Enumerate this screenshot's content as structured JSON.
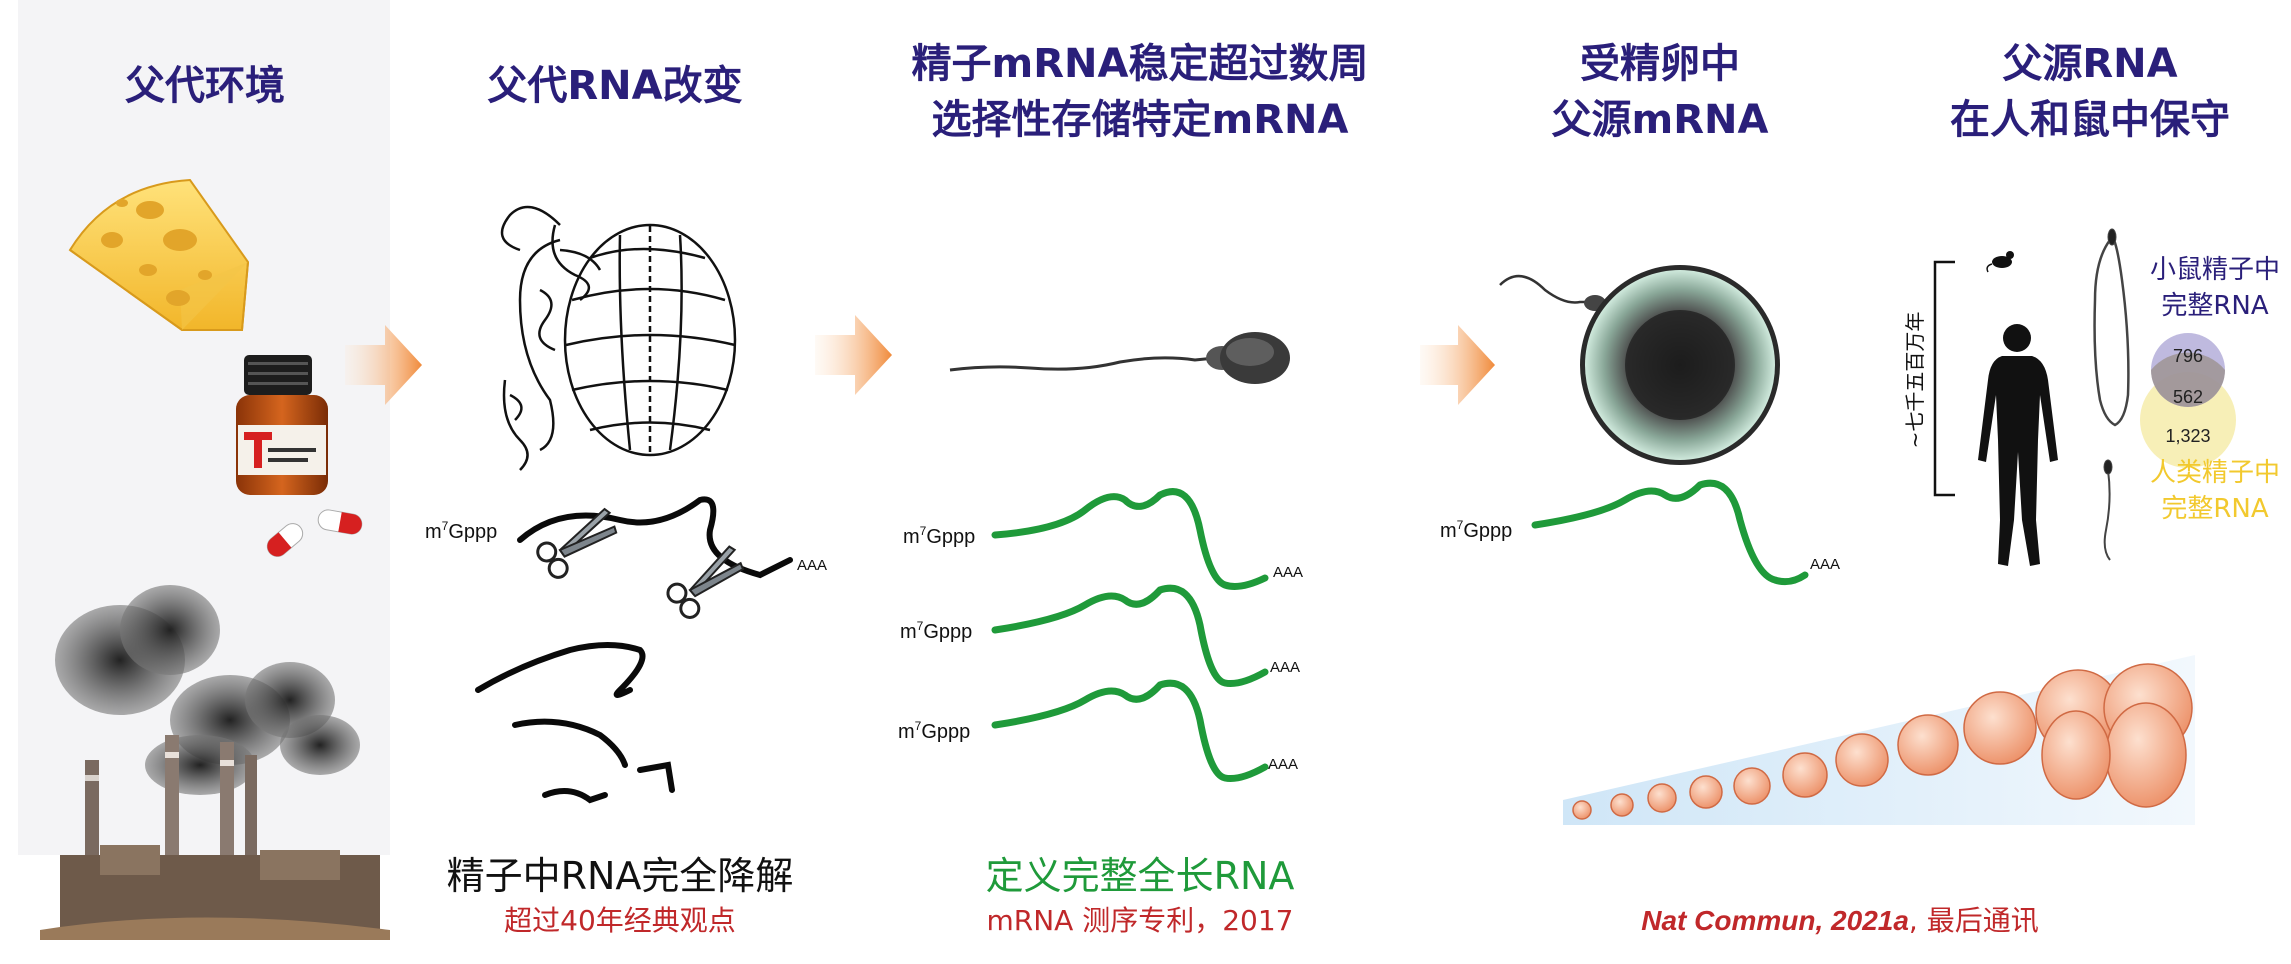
{
  "columns": [
    {
      "title_lines": [
        "父代环境"
      ]
    },
    {
      "title_lines": [
        "父代RNA改变"
      ]
    },
    {
      "title_lines": [
        "精子mRNA稳定超过数周",
        "选择性存储特定mRNA"
      ]
    },
    {
      "title_lines": [
        "受精卵中",
        "父源mRNA"
      ]
    },
    {
      "title_lines": [
        "父源RNA",
        "在人和鼠中保守"
      ]
    }
  ],
  "rna": {
    "cap_label": "m",
    "cap_superscript": "7",
    "cap_rest": "Gppp",
    "tail_label": "AAA"
  },
  "captions": {
    "col2_main": "精子中RNA完全降解",
    "col2_sub": "超过40年经典观点",
    "col3_main": "定义完整全长RNA",
    "col3_sub": "mRNA 测序专利，2017",
    "citation_italic": "Nat Commun, 2021a",
    "citation_rest": ", 最后通讯"
  },
  "evolution": {
    "timescale_label": "~七千五百万年"
  },
  "venn": {
    "mouse_label_lines": [
      "小鼠精子中",
      "完整RNA"
    ],
    "human_label_lines": [
      "人类精子中",
      "完整RNA"
    ],
    "mouse_only": "796",
    "shared": "562",
    "human_only": "1,323"
  },
  "colors": {
    "title_purple": "#2a1f7a",
    "rna_green": "#1f9a3a",
    "subtitle_red": "#c0282a",
    "mouse_venn": "#b8b2dc",
    "human_venn": "#f7eeb3",
    "arrow_orange": "#f08a3a"
  }
}
